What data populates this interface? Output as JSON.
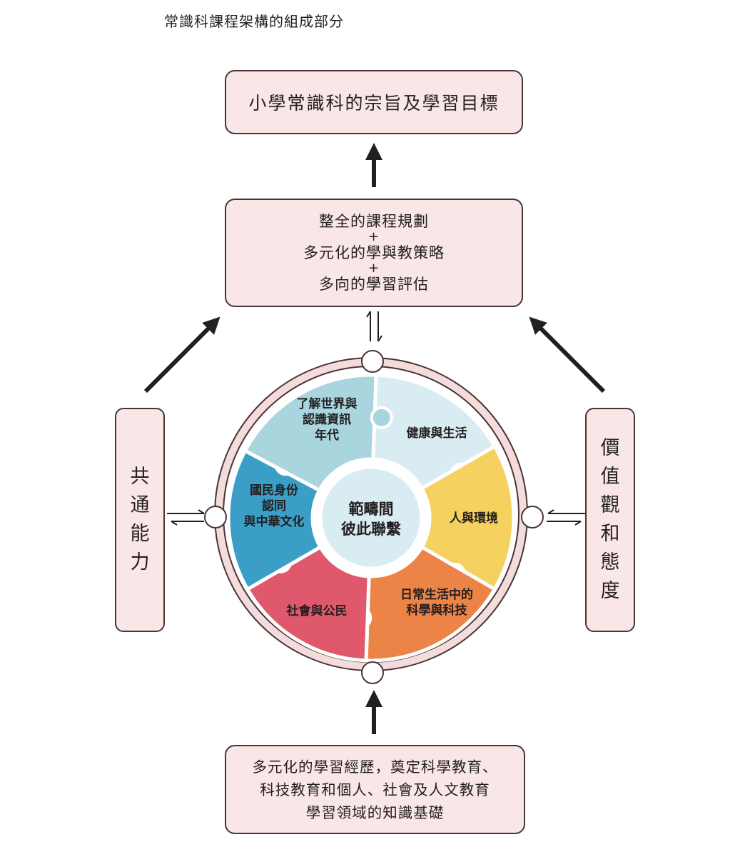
{
  "title": "常識科課程架構的組成部分",
  "top_box": "小學常識科的宗旨及學習目標",
  "middle_box": {
    "line1": "整全的課程規劃",
    "plus1": "+",
    "line2": "多元化的學與教策略",
    "plus2": "+",
    "line3": "多向的學習評估"
  },
  "bottom_box": {
    "line1": "多元化的學習經歷，奠定科學教育、",
    "line2": "科技教育和個人、社會及人文教育",
    "line3": "學習領域的知識基礎"
  },
  "left_box": {
    "chars": [
      "共",
      "通",
      "能",
      "力"
    ]
  },
  "right_box": {
    "chars": [
      "價",
      "值",
      "觀",
      "和",
      "態",
      "度"
    ]
  },
  "center": {
    "line1": "範疇間",
    "line2": "彼此聯繫"
  },
  "strands": [
    {
      "lines": [
        "了解世界與",
        "認識資訊",
        "年代"
      ],
      "color": "#d9ecf2"
    },
    {
      "lines": [
        "健康與生活"
      ],
      "color": "#f5d160"
    },
    {
      "lines": [
        "人與環境"
      ],
      "color": "#ec8447"
    },
    {
      "lines": [
        "日常生活中的",
        "科學與科技"
      ],
      "color": "#e0586b"
    },
    {
      "lines": [
        "社會與公民"
      ],
      "color": "#3a9ec6"
    },
    {
      "lines": [
        "國民身份",
        "認同",
        "與中華文化"
      ],
      "color": "#a9d6de"
    }
  ],
  "colors": {
    "box_fill": "#f9e6e6",
    "box_border": "#4a3436",
    "ring": "#f5dcdc",
    "center": "#d9ecf2"
  }
}
